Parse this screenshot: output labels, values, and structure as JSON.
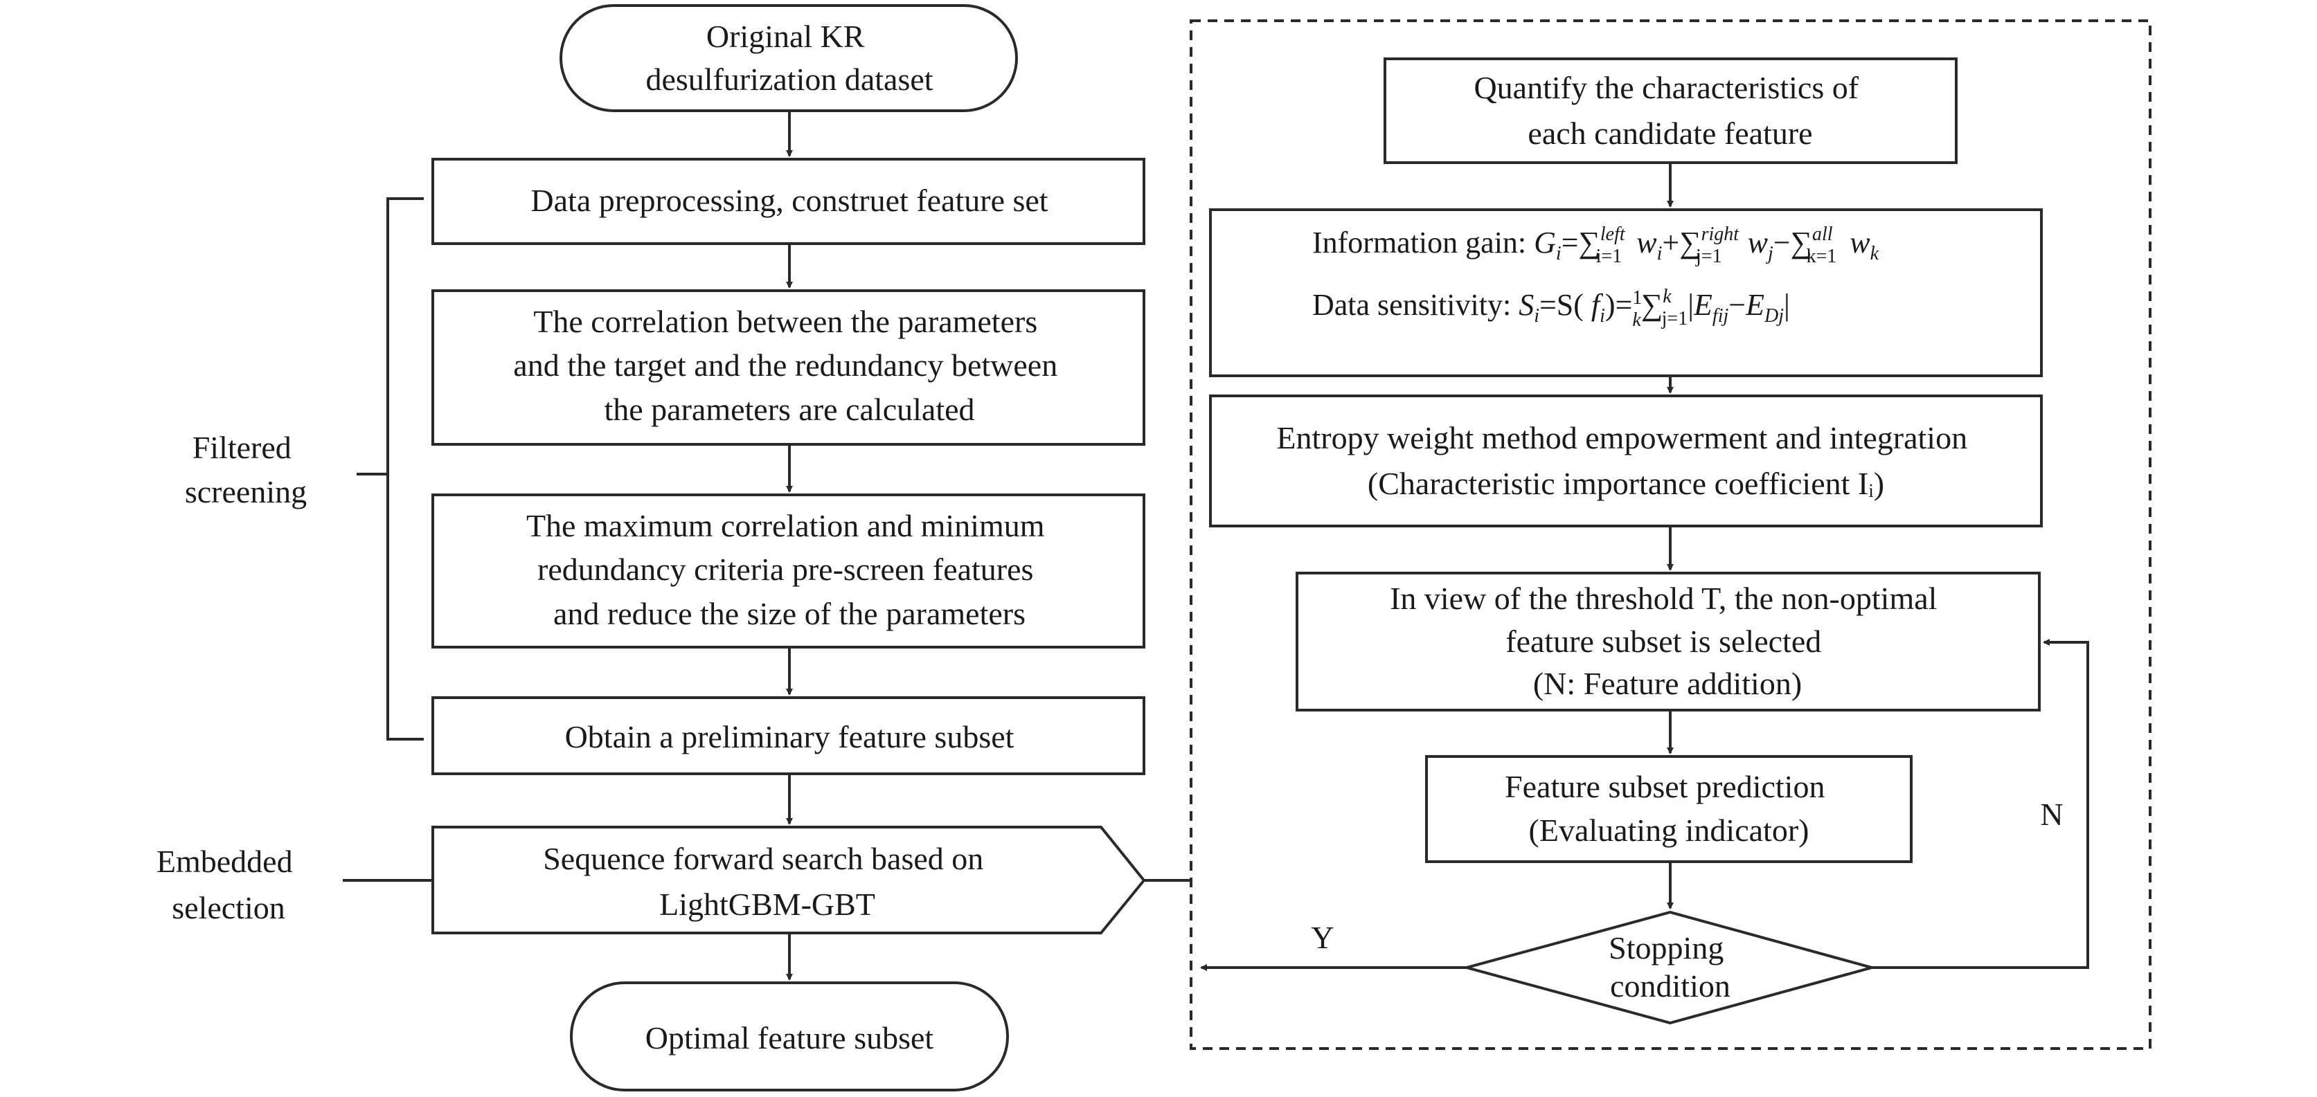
{
  "left_flow": {
    "start": [
      "Original KR",
      "desulfurization dataset"
    ],
    "step1": [
      "Data preprocessing, construet feature set"
    ],
    "step2": [
      "The correlation between the parameters",
      "and the target and the redundancy between",
      "the parameters are calculated"
    ],
    "step3": [
      "The maximum correlation and minimum",
      "redundancy criteria pre-screen features",
      "and reduce the size of the parameters"
    ],
    "step4": [
      "Obtain a preliminary feature subset"
    ],
    "step5": [
      "Sequence forward search based on",
      "LightGBM-GBT"
    ],
    "end": [
      "Optimal feature subset"
    ]
  },
  "side_labels": {
    "filtered": [
      "Filtered",
      "screening"
    ],
    "embedded": [
      "Embedded",
      "selection"
    ]
  },
  "right_flow": {
    "r1": [
      "Quantify the characteristics of",
      "each candidate feature"
    ],
    "r2": {
      "gain_label": "Information gain:",
      "sens_label": "Data sensitivity:"
    },
    "r3": [
      "Entropy weight method empowerment and integration",
      "(Characteristic importance coefficient Iᵢ)"
    ],
    "r4": [
      "In view of the threshold T, the non-optimal",
      "feature subset is selected",
      "(N: Feature addition)"
    ],
    "r5": [
      "Feature subset prediction",
      "(Evaluating indicator)"
    ],
    "decision": [
      "Stopping",
      "condition"
    ],
    "yes_label": "Y",
    "no_label": "N"
  }
}
